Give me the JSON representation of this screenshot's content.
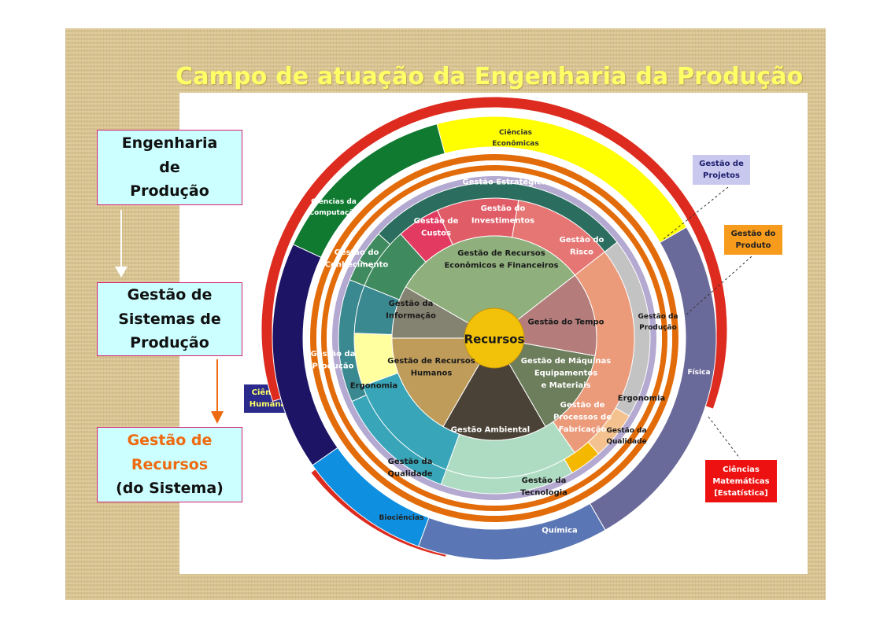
{
  "title": "Campo de atuação da Engenharia da Produção",
  "left_boxes": [
    {
      "lines": [
        "Engenharia",
        "de",
        "Produção"
      ]
    },
    {
      "lines": [
        "Gestão de",
        "Sistemas de",
        "Produção"
      ]
    },
    {
      "lines": [
        "Gestão de",
        "Recursos",
        "(do Sistema)"
      ]
    }
  ],
  "callouts": {
    "projetos": [
      "Gestão de",
      "Projetos"
    ],
    "produto": [
      "Gestão do",
      "Produto"
    ],
    "humanas": [
      "Ciências",
      "Humanas"
    ],
    "matematicas": [
      "Ciências",
      "Matemáticas",
      "[Estatística]"
    ]
  },
  "outer_ring": {
    "economicas": [
      "Ciências",
      "Econômicas"
    ],
    "computacao": [
      "Ciências da",
      "Computação"
    ],
    "fisica": "Física",
    "quimica": "Química",
    "biociencias": "Biociências"
  },
  "middle_ring": {
    "estrategica": "Gestão Estratégica",
    "conhecimento": [
      "Gestão do",
      "Conhecimento"
    ],
    "producao_left": [
      "Gestão da",
      "Produção"
    ],
    "qualidade_left": [
      "Gestão da",
      "Qualidade"
    ],
    "tecnologia": [
      "Gestão da",
      "Tecnologia"
    ],
    "qualidade_right": [
      "Gestão da",
      "Qualidade"
    ],
    "ergonomia_right": "Ergonomia",
    "producao_right": [
      "Gestão da",
      "Produção"
    ]
  },
  "inner_ring": {
    "custos": [
      "Gestão de",
      "Custos"
    ],
    "investimentos": [
      "Gestão do",
      "Investimentos"
    ],
    "risco": [
      "Gestão do",
      "Risco"
    ],
    "processos": [
      "Gestão de",
      "Processos de",
      "Fabricação"
    ],
    "ergonomia_left": "Ergonomia"
  },
  "core": {
    "economicos": [
      "Gestão de Recursos",
      "Econômicos e Financeiros"
    ],
    "informacao": [
      "Gestão da",
      "Informação"
    ],
    "tempo": "Gestão do Tempo",
    "maquinas": [
      "Gestão de Máquinas",
      "Equipamentos",
      "e Materiais"
    ],
    "ambiental": "Gestão Ambiental",
    "humanos": [
      "Gestão de Recursos",
      "Humanos"
    ],
    "center": "Recursos"
  },
  "colors": {
    "title": "#ffff66",
    "box_fill": "#ccffff",
    "box_border": "#d61f72",
    "arrow_orange": "#ee6a10",
    "red_ring": "#dd2b1f",
    "orange_ring": "#e36c0a",
    "lavender_ring": "#b3a9d1"
  }
}
